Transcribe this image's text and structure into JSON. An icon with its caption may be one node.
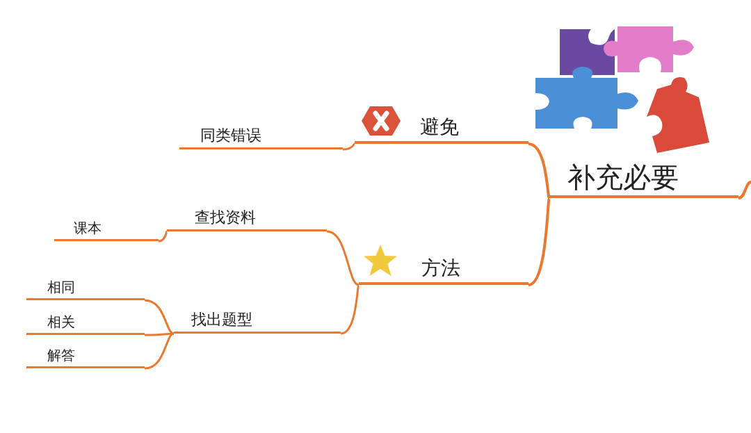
{
  "diagram": {
    "nodes": [
      {
        "text": [
          "补充必要"
        ]
      },
      {
        "text": [
          "避免"
        ]
      },
      {
        "text": [
          "同类错误"
        ]
      },
      {
        "text": [
          "方法"
        ]
      },
      {
        "text": [
          "查找资料"
        ]
      },
      {
        "text": [
          "课本"
        ]
      },
      {
        "text": [
          "找出题型"
        ]
      },
      {
        "text": [
          "相同"
        ]
      },
      {
        "text": [
          "相关"
        ]
      },
      {
        "text": [
          "解答"
        ]
      }
    ],
    "edges": [
      {
        "from": null,
        "to": 0,
        "arrow": "none"
      },
      {
        "from": 0,
        "to": 1,
        "arrow": "none"
      },
      {
        "from": 0,
        "to": 3,
        "arrow": "none"
      },
      {
        "from": 1,
        "to": 2,
        "arrow": "none"
      },
      {
        "from": 3,
        "to": 4,
        "arrow": "none"
      },
      {
        "from": 4,
        "to": 5,
        "arrow": "none"
      },
      {
        "from": 3,
        "to": 6,
        "arrow": "none"
      },
      {
        "from": 6,
        "to": 7,
        "arrow": "none"
      },
      {
        "from": 6,
        "to": 8,
        "arrow": "none"
      },
      {
        "from": 6,
        "to": 9,
        "arrow": "none"
      }
    ]
  }
}
